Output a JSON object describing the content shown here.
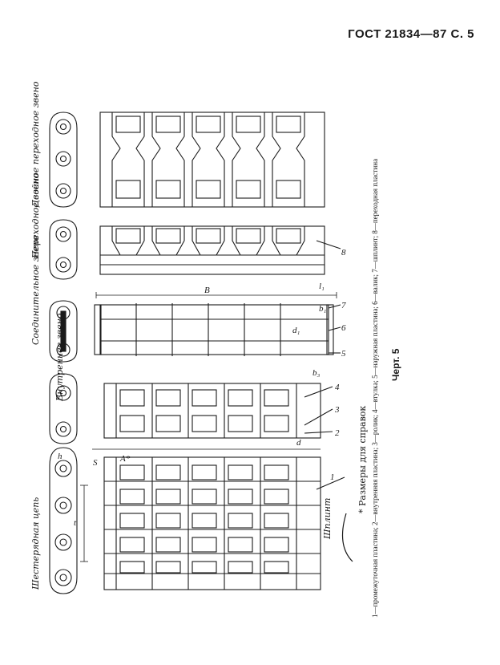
{
  "header": {
    "standard": "ГОСТ 21834—87 С. 5"
  },
  "link_titles": [
    "Шестерядная цепь",
    "Внутреннее звено",
    "Соединительное звено",
    "Переходное звено",
    "Двойное переходное звено"
  ],
  "notes": {
    "ref_sizes": "* Размеры для справок",
    "legend": "1—промежуточная пластина; 2—внутренняя пластина; 3—ролик; 4—втулка; 5—наружная пластина; 6—валик; 7—шплинт; 8—переходная пластина",
    "figure_caption": "Черт. 5",
    "cotter_label": "Шплинт"
  },
  "dimension_labels": {
    "pitch": "t",
    "width_b": "B",
    "a_star": "A*",
    "d": "d",
    "d1": "d₁",
    "b3": "b₃",
    "h": "h",
    "s": "S",
    "l1": "l₁",
    "b1": "b₁"
  },
  "callouts": [
    "1",
    "2",
    "3",
    "4",
    "5",
    "6",
    "7",
    "8"
  ]
}
